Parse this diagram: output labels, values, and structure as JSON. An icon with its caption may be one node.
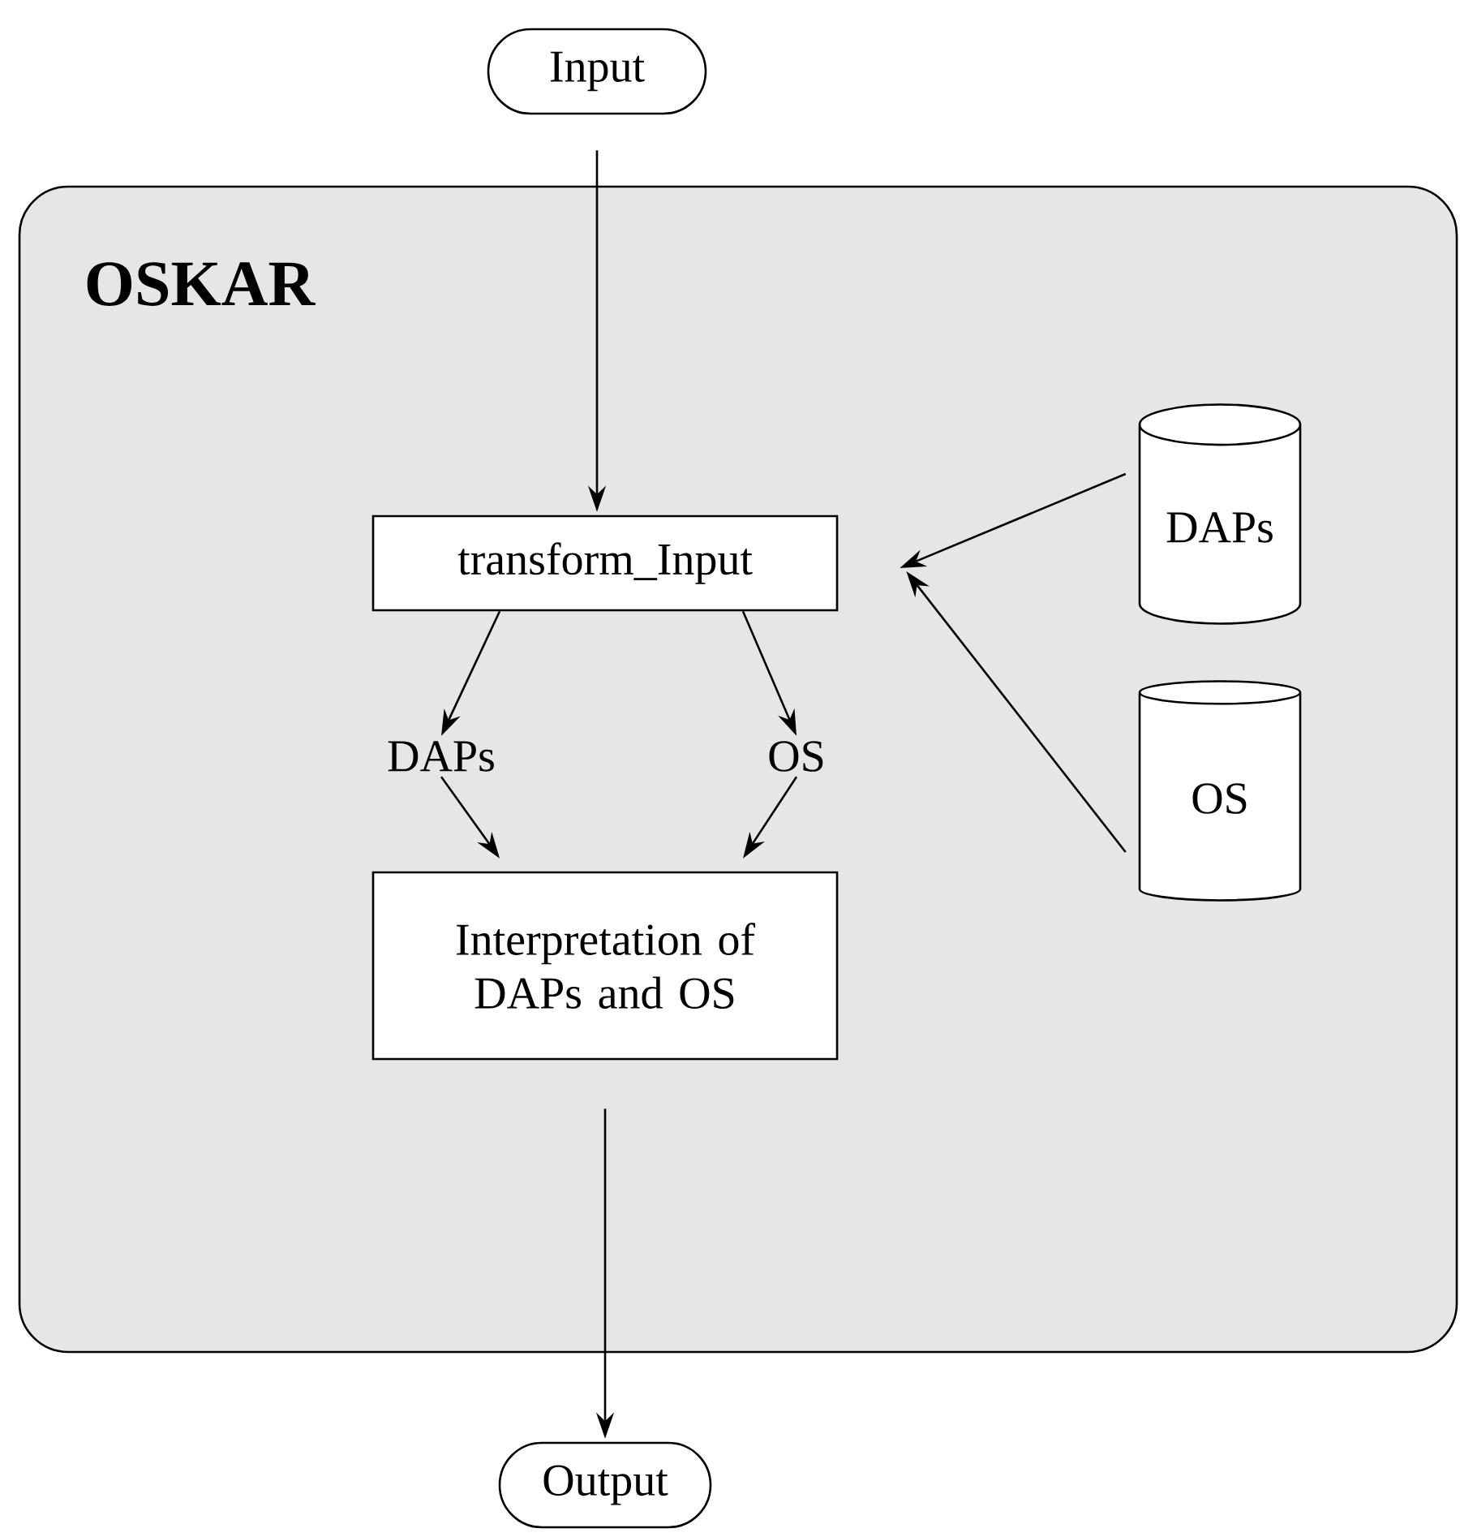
{
  "diagram": {
    "nodes": [
      {
        "text": [
          "Input"
        ]
      },
      {
        "text": [
          "OSKAR"
        ]
      },
      {
        "text": [
          "transform_Input"
        ],
        "in": 1
      },
      {
        "text": [
          "DAPs"
        ],
        "in": 1
      },
      {
        "text": [
          "OS"
        ],
        "in": 1
      },
      {
        "text": [
          "DAPs"
        ],
        "in": 1
      },
      {
        "text": [
          "OS"
        ],
        "in": 1
      },
      {
        "text": [
          "Interpretation of DAPs and OS"
        ],
        "in": 1
      },
      {
        "text": [
          "Output"
        ]
      }
    ],
    "edges": [
      {
        "from": 0,
        "to": 2,
        "arrow": "to"
      },
      {
        "from": 3,
        "to": 2,
        "arrow": "to"
      },
      {
        "from": 4,
        "to": 2,
        "arrow": "to"
      },
      {
        "from": 2,
        "to": 5,
        "arrow": "to"
      },
      {
        "from": 2,
        "to": 6,
        "arrow": "to"
      },
      {
        "from": 5,
        "to": 7,
        "arrow": "to"
      },
      {
        "from": 6,
        "to": 7,
        "arrow": "to"
      },
      {
        "from": 7,
        "to": 8,
        "arrow": "to"
      }
    ]
  }
}
